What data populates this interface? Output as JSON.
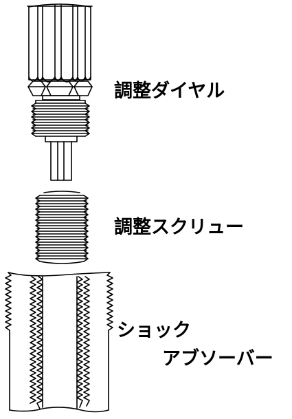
{
  "labels": {
    "adjust_dial": "調整ダイヤル",
    "adjust_screw": "調整スクリュー",
    "shock_absorber_line1": "ショック",
    "shock_absorber_line2": "アブソーバー"
  },
  "colors": {
    "stroke": "#000000",
    "background": "#ffffff"
  }
}
